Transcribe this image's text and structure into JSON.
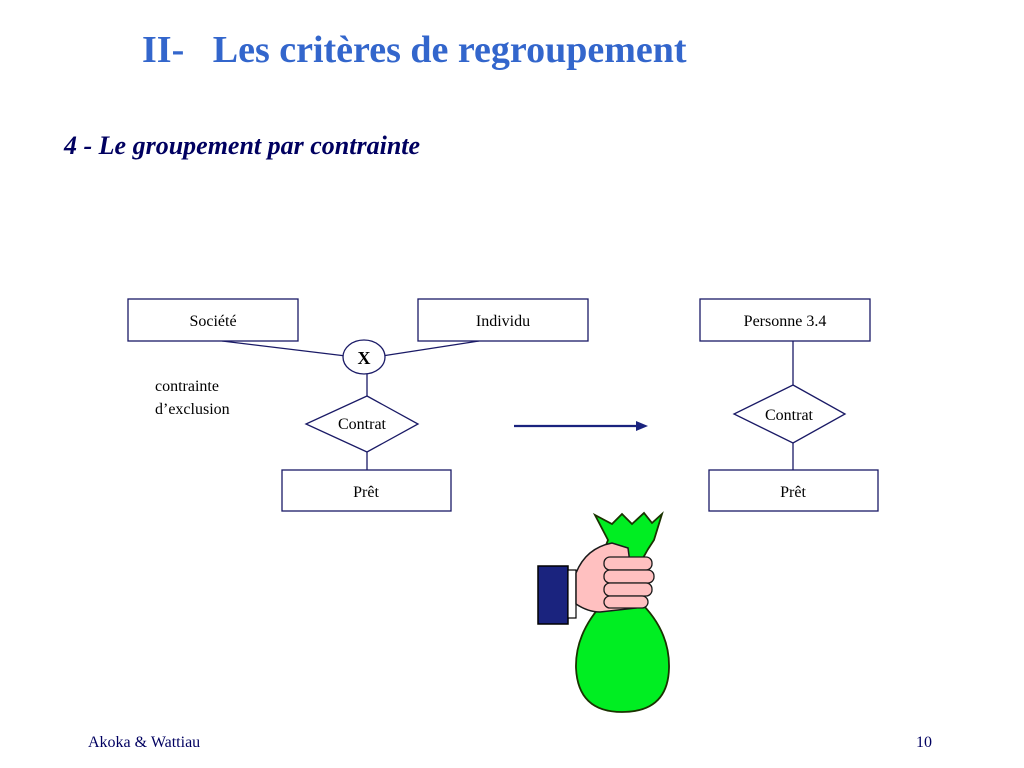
{
  "slide": {
    "title": "II-   Les critères de regroupement",
    "subtitle": "4 - Le groupement par contrainte",
    "footer_left": "Akoka & Wattiau",
    "page_number": "10"
  },
  "diagram_left": {
    "entity_societe": "Société",
    "entity_individu": "Individu",
    "exclusion_symbol": "X",
    "constraint_line1": "contrainte",
    "constraint_line2": "d’exclusion",
    "relation": "Contrat",
    "entity_pret": "Prêt"
  },
  "diagram_right": {
    "entity_personne": "Personne   3.4",
    "relation": "Contrat",
    "entity_pret": "Prêt"
  },
  "colors": {
    "title": "#3366cc",
    "subtitle": "#000060",
    "stroke": "#1a1a66",
    "arrow": "#1a237e",
    "bag": "#00ee22",
    "hand": "#ffc0c0",
    "sleeve": "#1a237e"
  },
  "illustration": {
    "icon": "money-bag-icon"
  }
}
